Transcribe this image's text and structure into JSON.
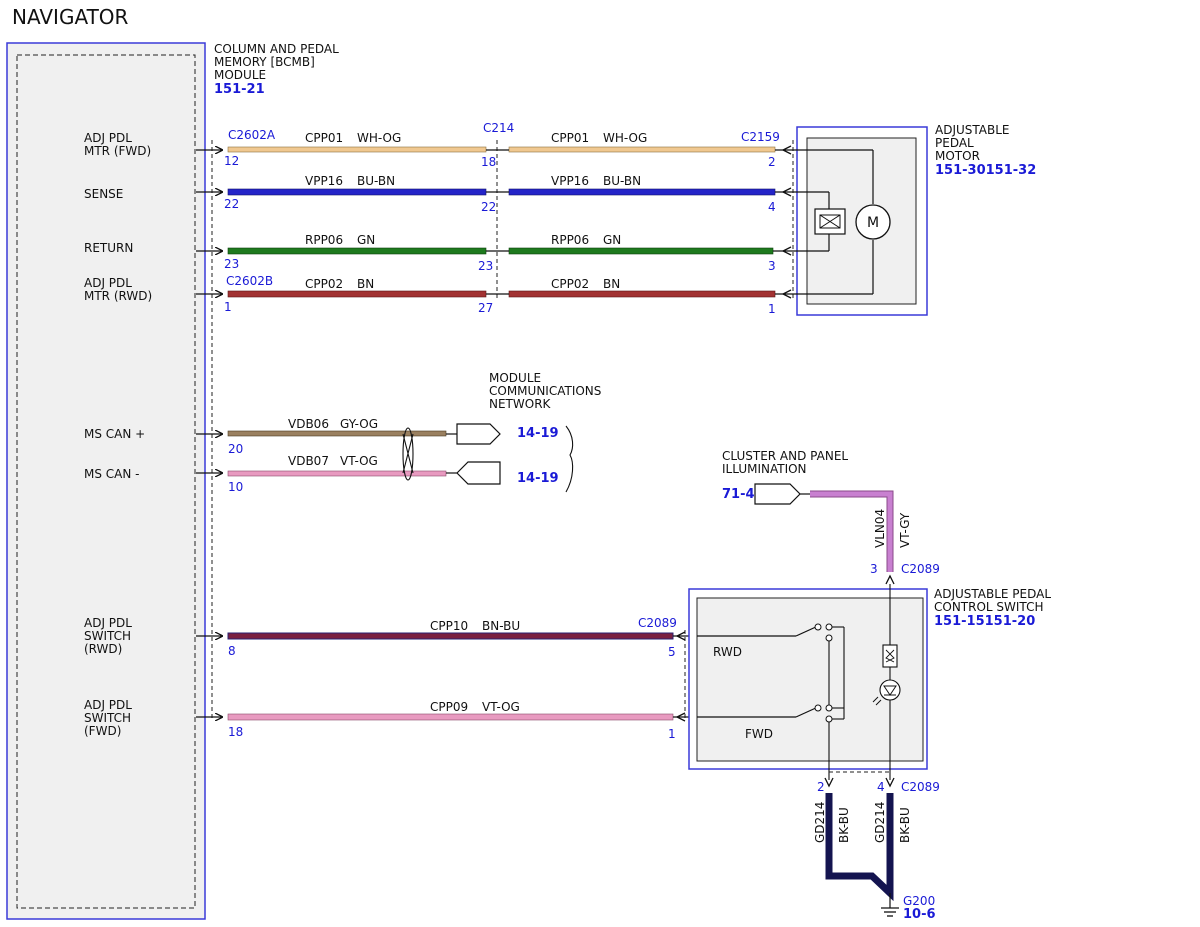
{
  "page_title": "NAVIGATOR",
  "module": {
    "line1": "COLUMN AND PEDAL",
    "line2": "MEMORY [BCMB]",
    "line3": "MODULE",
    "ref": "151-21",
    "pins": {
      "fwd_1": "ADJ PDL",
      "fwd_2": "MTR (FWD)",
      "sense": "SENSE",
      "return": "RETURN",
      "rwd_1": "ADJ PDL",
      "rwd_2": "MTR (RWD)",
      "can_p": "MS CAN +",
      "can_m": "MS CAN -",
      "sw_rwd_1": "ADJ PDL",
      "sw_rwd_2": "SWITCH",
      "sw_rwd_3": "(RWD)",
      "sw_fwd_1": "ADJ PDL",
      "sw_fwd_2": "SWITCH",
      "sw_fwd_3": "(FWD)"
    }
  },
  "connectors": {
    "c2602a": "C2602A",
    "c2602b": "C2602B",
    "c214": "C214",
    "c2159": "C2159",
    "c2089_a": "C2089",
    "c2089_b": "C2089",
    "c2089_c": "C2089",
    "g200": "G200",
    "g200_ref": "10-6"
  },
  "wires": {
    "w1": {
      "circuit": "CPP01",
      "color": "WH-OG",
      "pin_l": "12",
      "pin_m": "18",
      "pin_r": "2"
    },
    "w2": {
      "circuit": "VPP16",
      "color": "BU-BN",
      "pin_l": "22",
      "pin_m": "22",
      "pin_r": "4"
    },
    "w3": {
      "circuit": "RPP06",
      "color": "GN",
      "pin_l": "23",
      "pin_m": "23",
      "pin_r": "3"
    },
    "w4": {
      "circuit": "CPP02",
      "color": "BN",
      "pin_l": "1",
      "pin_m": "27",
      "pin_r": "1"
    },
    "w5": {
      "circuit": "VDB06",
      "color": "GY-OG",
      "pin": "20",
      "ref": "14-19"
    },
    "w6": {
      "circuit": "VDB07",
      "color": "VT-OG",
      "pin": "10",
      "ref": "14-19"
    },
    "w7": {
      "circuit": "CPP10",
      "color": "BN-BU",
      "pin_l": "8",
      "pin_r": "5"
    },
    "w8": {
      "circuit": "CPP09",
      "color": "VT-OG",
      "pin_l": "18",
      "pin_r": "1"
    },
    "w9": {
      "circuit": "VLN04",
      "color": "VT-GY",
      "pin": "3"
    },
    "g1": {
      "circuit": "GD214",
      "color": "BK-BU",
      "pin": "2"
    },
    "g2": {
      "circuit": "GD214",
      "color": "BK-BU",
      "pin": "4"
    }
  },
  "network": {
    "line1": "MODULE",
    "line2": "COMMUNICATIONS",
    "line3": "NETWORK"
  },
  "cluster": {
    "line1": "CLUSTER AND PANEL",
    "line2": "ILLUMINATION",
    "ref": "71-4"
  },
  "motor": {
    "line1": "ADJUSTABLE",
    "line2": "PEDAL",
    "line3": "MOTOR",
    "ref": "151-30151-32",
    "symbol": "M"
  },
  "switch": {
    "line1": "ADJUSTABLE PEDAL",
    "line2": "CONTROL SWITCH",
    "ref": "151-15151-20",
    "rwd": "RWD",
    "fwd": "FWD"
  },
  "colors": {
    "frame": "#3a3ad8",
    "wh_og": "#f0c890",
    "bu_bn": "#2424c8",
    "gn": "#1e7a1e",
    "bn": "#a23232",
    "gy_og": "#9a8060",
    "vt_og": "#e89ac0",
    "bn_bu": "#7a2040",
    "vt_gy": "#c880d0",
    "bk_bu": "#141450"
  }
}
